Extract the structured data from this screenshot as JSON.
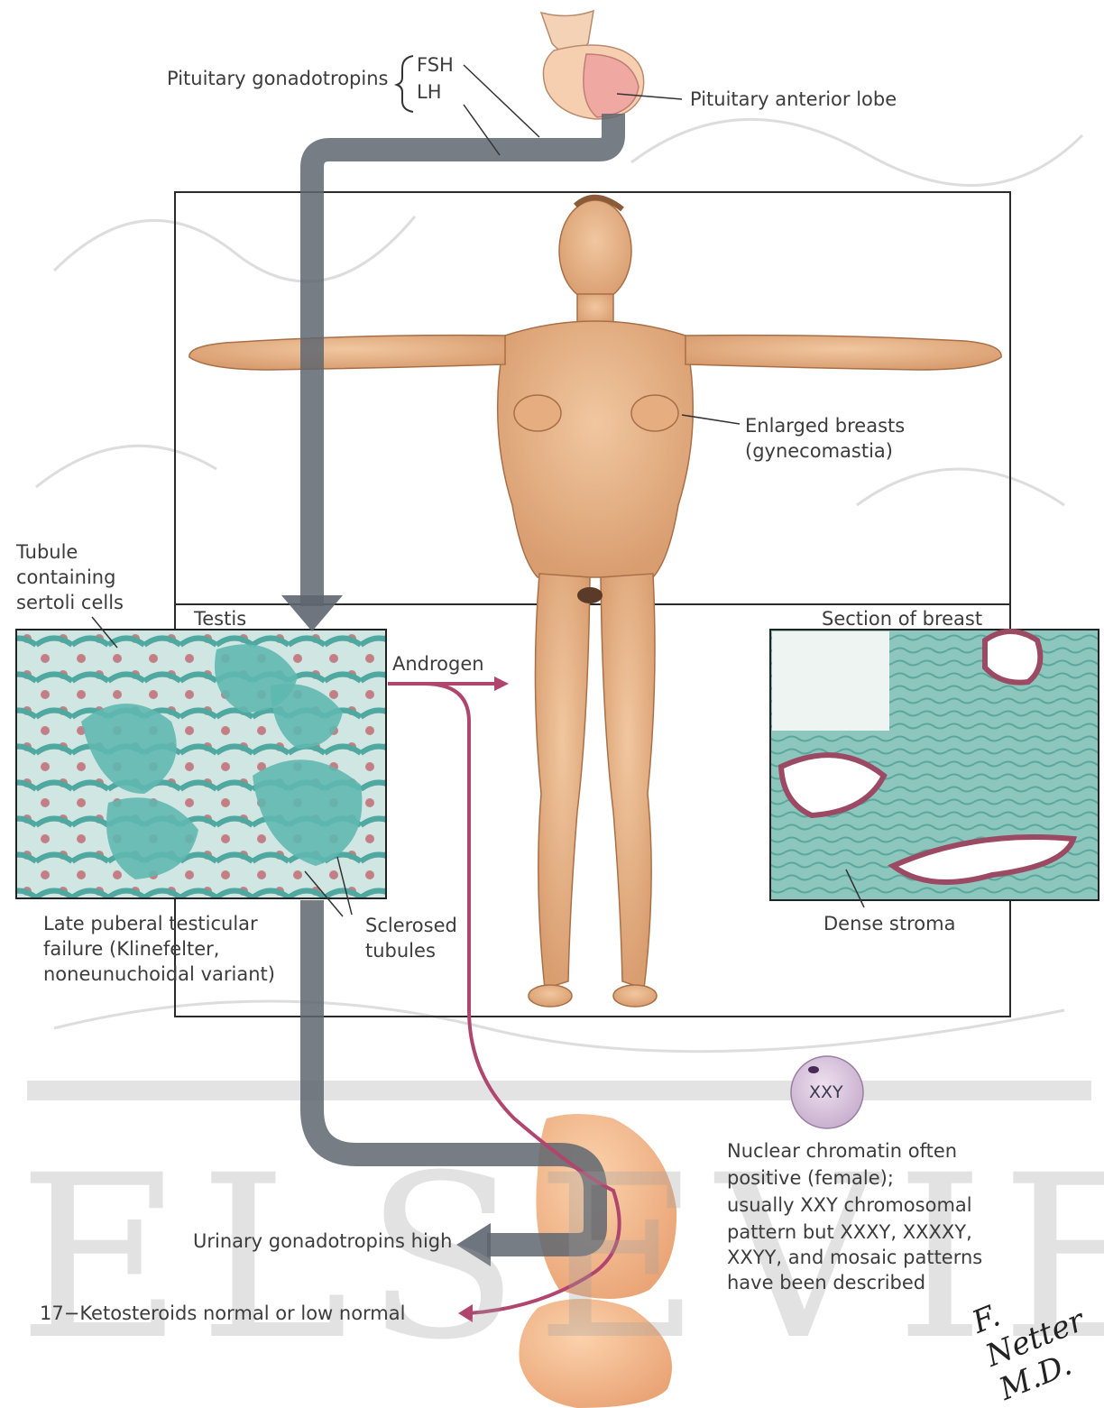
{
  "labels": {
    "pituitary_gonadotropins": "Pituitary gonadotropins",
    "fsh": "FSH",
    "lh": "LH",
    "pituitary_anterior_lobe": "Pituitary anterior lobe",
    "enlarged_breasts_1": "Enlarged breasts",
    "enlarged_breasts_2": "(gynecomastia)",
    "tubule_1": "Tubule",
    "tubule_2": "containing",
    "tubule_3": "sertoli cells",
    "testis": "Testis",
    "section_of_breast": "Section of breast",
    "androgen": "Androgen",
    "late_puberal_1": "Late puberal testicular",
    "late_puberal_2": "failure (Klinefelter,",
    "late_puberal_3": "noneunuchoidal variant)",
    "sclerosed_1": "Sclerosed",
    "sclerosed_2": "tubules",
    "dense_stroma": "Dense stroma",
    "xxy": "XXY",
    "nuclear_1": "Nuclear chromatin often",
    "nuclear_2": "positive (female);",
    "nuclear_3": "usually XXY chromosomal",
    "nuclear_4": "pattern but XXXY, XXXXY,",
    "nuclear_5": "XXYY, and mosaic patterns",
    "nuclear_6": "have been described",
    "urinary": "Urinary gonadotropins high",
    "ketosteroids": "17−Ketosteroids normal or low normal"
  },
  "watermark": "ELSEVIER",
  "signature": "F. Netter M.D.",
  "colors": {
    "gonadotropin_flow": "#5f6670",
    "androgen_flow": "#b0456e",
    "frame": "#2b2b2b",
    "skin": "#e9b88e",
    "histology_teal": "#5fb8b0",
    "histology_pink": "#c98a8e",
    "pituitary": "#f0a8a2"
  }
}
